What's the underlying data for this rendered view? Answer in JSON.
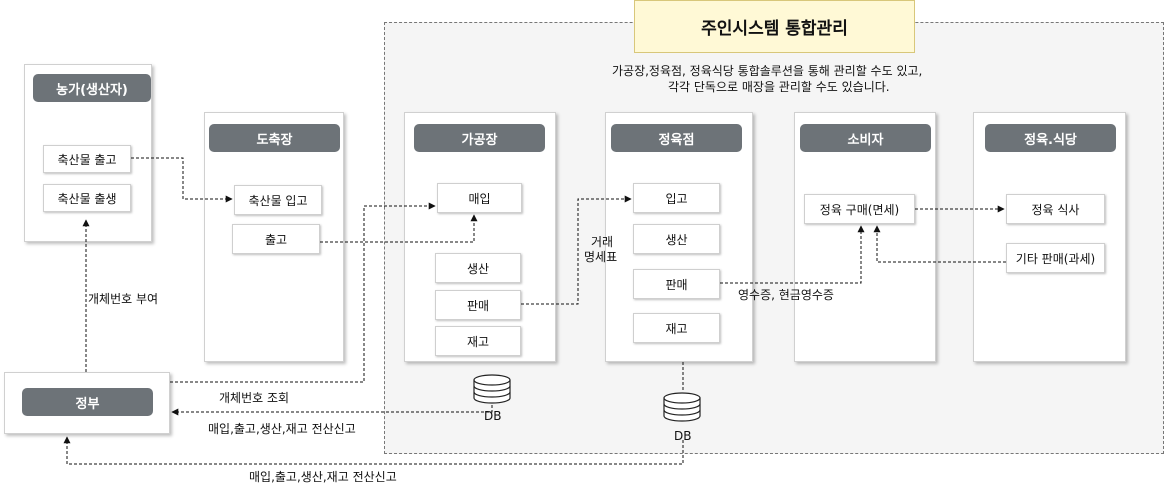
{
  "title": "주인시스템 통합관리",
  "description": {
    "line1": "가공장,정육점, 정육식당 통합솔루션을 통해 관리할 수도 있고,",
    "line2": "각각 단독으로 매장을 관리할 수도 있습니다."
  },
  "farm": {
    "header": "농가(생산자)",
    "items": [
      "축산물 출고",
      "축산물 출생"
    ]
  },
  "slaughter": {
    "header": "도축장",
    "items": [
      "축산물 입고",
      "출고"
    ]
  },
  "processing": {
    "header": "가공장",
    "items": [
      "매입",
      "생산",
      "판매",
      "재고"
    ]
  },
  "butcher": {
    "header": "정육점",
    "items": [
      "입고",
      "생산",
      "판매",
      "재고"
    ]
  },
  "consumer": {
    "header": "소비자",
    "items": [
      "정육 구매(면세)"
    ]
  },
  "restaurant": {
    "header": "정육.식당",
    "items": [
      "정육 식사",
      "기타 판매(과세)"
    ]
  },
  "government": {
    "header": "정부"
  },
  "db": {
    "label": "DB"
  },
  "labels": {
    "id_assign": "개체번호 부여",
    "id_lookup": "개체번호 조회",
    "report1": "매입,출고,생산,재고 전산신고",
    "report2": "매입,출고,생산,재고 전산신고",
    "invoice_1": "거래",
    "invoice_2": "명세표",
    "receipt": "영수증, 현금영수증"
  }
}
